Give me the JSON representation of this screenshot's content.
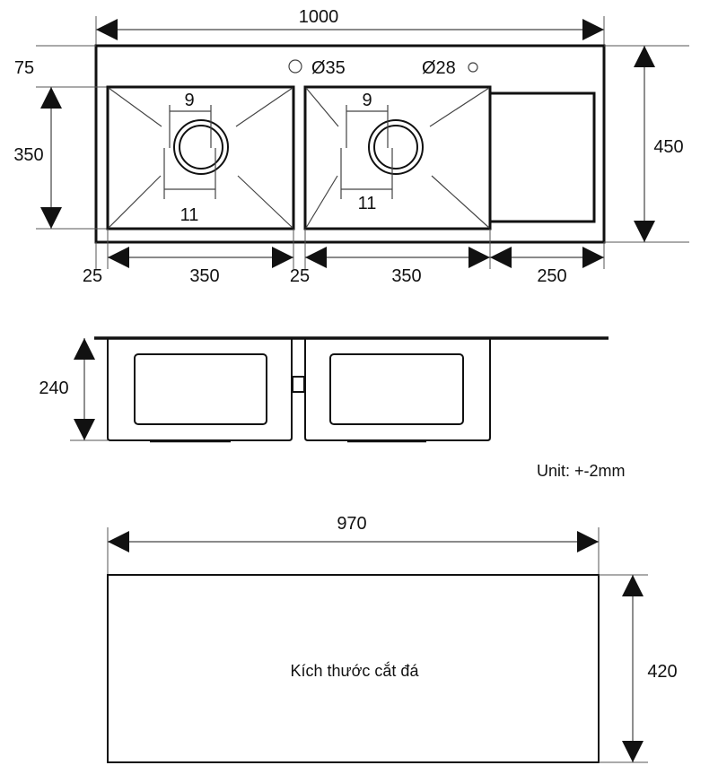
{
  "top_view": {
    "overall_width": "1000",
    "overall_depth": "450",
    "back_margin": "75",
    "bowl_depth": "350",
    "hole_1": "Ø35",
    "hole_2": "Ø28",
    "bowl_1": {
      "drain_top": "9",
      "drain_bottom": "11"
    },
    "bowl_2": {
      "drain_top": "9",
      "drain_bottom": "11"
    },
    "bottom_dims": [
      "25",
      "350",
      "25",
      "350",
      "250"
    ]
  },
  "side_view": {
    "height": "240"
  },
  "unit_note": "Unit: +-2mm",
  "cutout": {
    "width": "970",
    "depth": "420",
    "label": "Kích thước cắt đá"
  }
}
